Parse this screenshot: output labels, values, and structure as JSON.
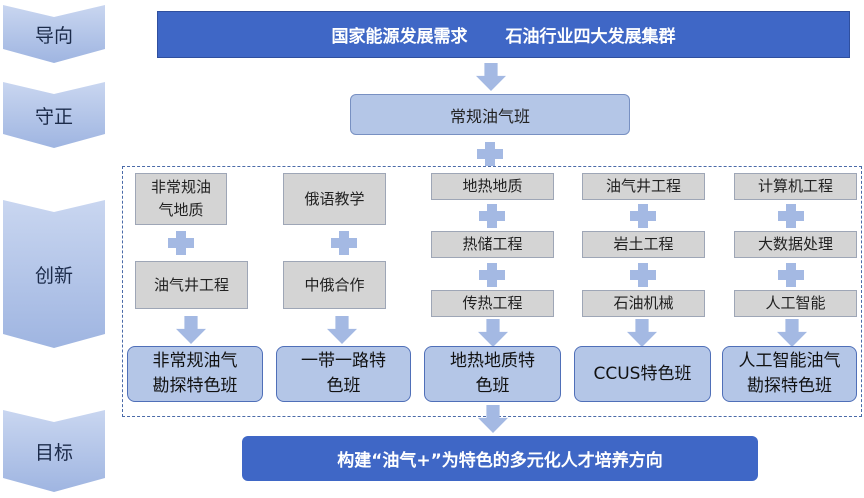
{
  "stages": [
    "导向",
    "守正",
    "创新",
    "目标"
  ],
  "top_bar": {
    "left": "国家能源发展需求",
    "right": "石油行业四大发展集群"
  },
  "base_class": "常规油气班",
  "columns": [
    {
      "steps": [
        "非常规油\n气地质",
        "油气井工程"
      ],
      "result": "非常规油气\n勘探特色班"
    },
    {
      "steps": [
        "俄语教学",
        "中俄合作"
      ],
      "result": "一带一路特\n色班"
    },
    {
      "steps": [
        "地热地质",
        "热储工程",
        "传热工程"
      ],
      "result": "地热地质特\n色班"
    },
    {
      "steps": [
        "油气井工程",
        "岩土工程",
        "石油机械"
      ],
      "result": "CCUS特色班"
    },
    {
      "steps": [
        "计算机工程",
        "大数据处理",
        "人工智能"
      ],
      "result": "人工智能油气\n勘探特色班"
    }
  ],
  "goal": "构建“油气+”为特色的多元化人才培养方向",
  "colors": {
    "dark_blue": "#3f67c6",
    "light_blue": "#b4c6e7",
    "grey": "#d4d4d4",
    "chevron": "#a9bde5"
  }
}
